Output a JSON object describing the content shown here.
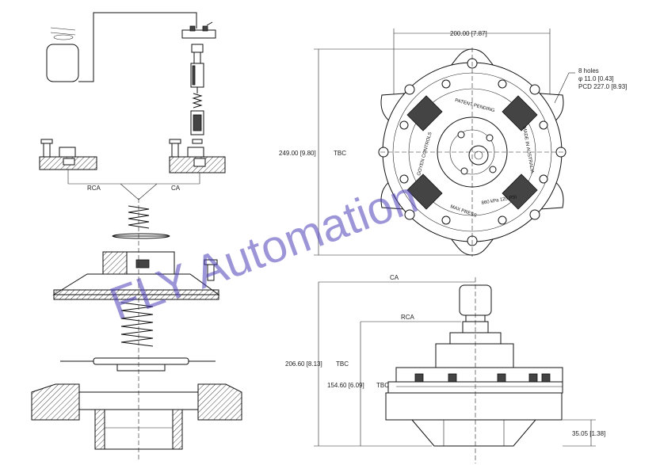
{
  "top_view": {
    "width_dim": "200.00 [7.87]",
    "height_dim": "249.00 [9.80]",
    "height_suffix": "TBC",
    "holes_line1": "8 holes",
    "holes_line2": "φ 11.0 [0.43]",
    "holes_line3": "PCD 227.0 [8.93]",
    "ring_text_1": "GOYEN CONTROLS",
    "ring_text_2": "PATENT PENDING",
    "ring_text_3": "MADE IN AUSTRALIA",
    "ring_text_4": "MAX PRESS",
    "ring_text_5": "860 kPa 125 PSI"
  },
  "side_view": {
    "ca_label": "CA",
    "rca_label": "RCA",
    "height_total": "206.60 [8.13]",
    "height_total_suffix": "TBC",
    "height_mid": "154.60 [6.09]",
    "height_mid_suffix": "TBC",
    "base_dim": "35.05 [1.38]"
  },
  "exploded_view": {
    "rca_label": "RCA",
    "ca_label": "CA"
  },
  "watermark": "FLY Automation"
}
